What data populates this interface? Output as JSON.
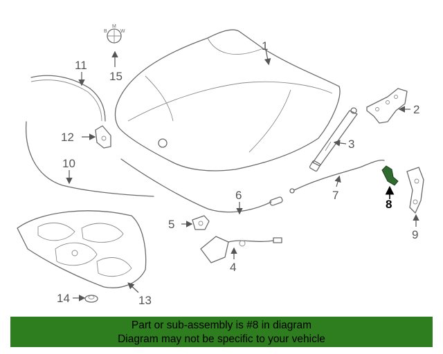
{
  "callouts": {
    "c1": "1",
    "c2": "2",
    "c3": "3",
    "c4": "4",
    "c5": "5",
    "c6": "6",
    "c7": "7",
    "c8": "8",
    "c9": "9",
    "c10": "10",
    "c11": "11",
    "c12": "12",
    "c13": "13",
    "c14": "14",
    "c15": "15"
  },
  "emblem_letters": {
    "b": "B",
    "m": "M",
    "w": "W"
  },
  "highlighted_part": "8",
  "highlight_color": "#2f6b2f",
  "banner": {
    "line1": "Part or sub-assembly is #8 in diagram",
    "line2": "Diagram may not be specific to your vehicle",
    "background": "#2e7d1e"
  }
}
